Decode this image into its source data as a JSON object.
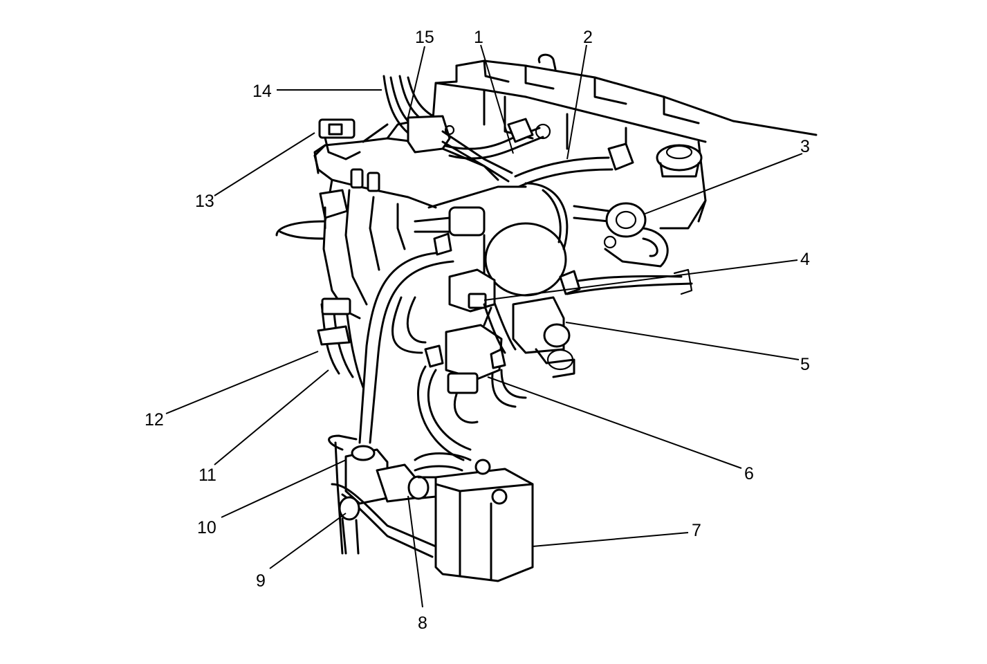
{
  "callouts": [
    {
      "label": "1"
    },
    {
      "label": "2"
    },
    {
      "label": "3"
    },
    {
      "label": "4"
    },
    {
      "label": "5"
    },
    {
      "label": "6"
    },
    {
      "label": "7"
    },
    {
      "label": "8"
    },
    {
      "label": "9"
    },
    {
      "label": "10"
    },
    {
      "label": "11"
    },
    {
      "label": "12"
    },
    {
      "label": "13"
    },
    {
      "label": "14"
    },
    {
      "label": "15"
    }
  ]
}
